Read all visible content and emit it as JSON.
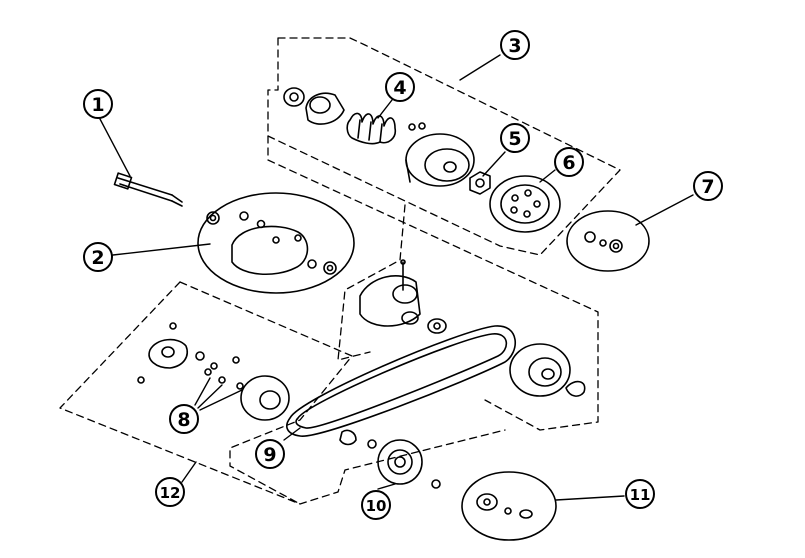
{
  "diagram": {
    "callouts": [
      {
        "id": 1,
        "label": "1"
      },
      {
        "id": 2,
        "label": "2"
      },
      {
        "id": 3,
        "label": "3"
      },
      {
        "id": 4,
        "label": "4"
      },
      {
        "id": 5,
        "label": "5"
      },
      {
        "id": 6,
        "label": "6"
      },
      {
        "id": 7,
        "label": "7"
      },
      {
        "id": 8,
        "label": "8"
      },
      {
        "id": 9,
        "label": "9"
      },
      {
        "id": 10,
        "label": "10"
      },
      {
        "id": 11,
        "label": "11"
      },
      {
        "id": 12,
        "label": "12"
      }
    ],
    "colors": {
      "ink": "#000000",
      "background": "#ffffff"
    }
  }
}
